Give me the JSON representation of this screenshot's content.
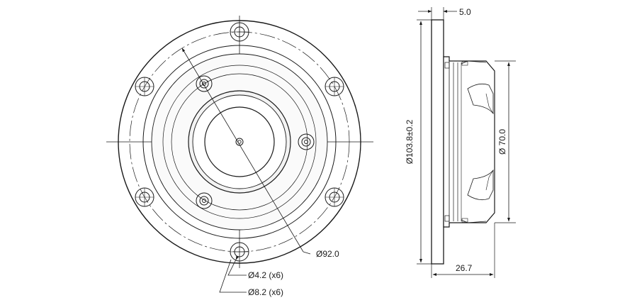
{
  "front_view": {
    "bolt_circle_label": "Ø92.0",
    "hole_label": "Ø4.2 (x6)",
    "counterbore_label": "Ø8.2 (x6)",
    "hole_count": 6
  },
  "side_view": {
    "flange_thickness_label": "5.0",
    "flange_diameter_label": "Ø103.8±0.2",
    "body_diameter_label": "Ø 70.0",
    "depth_label": "26.7"
  }
}
